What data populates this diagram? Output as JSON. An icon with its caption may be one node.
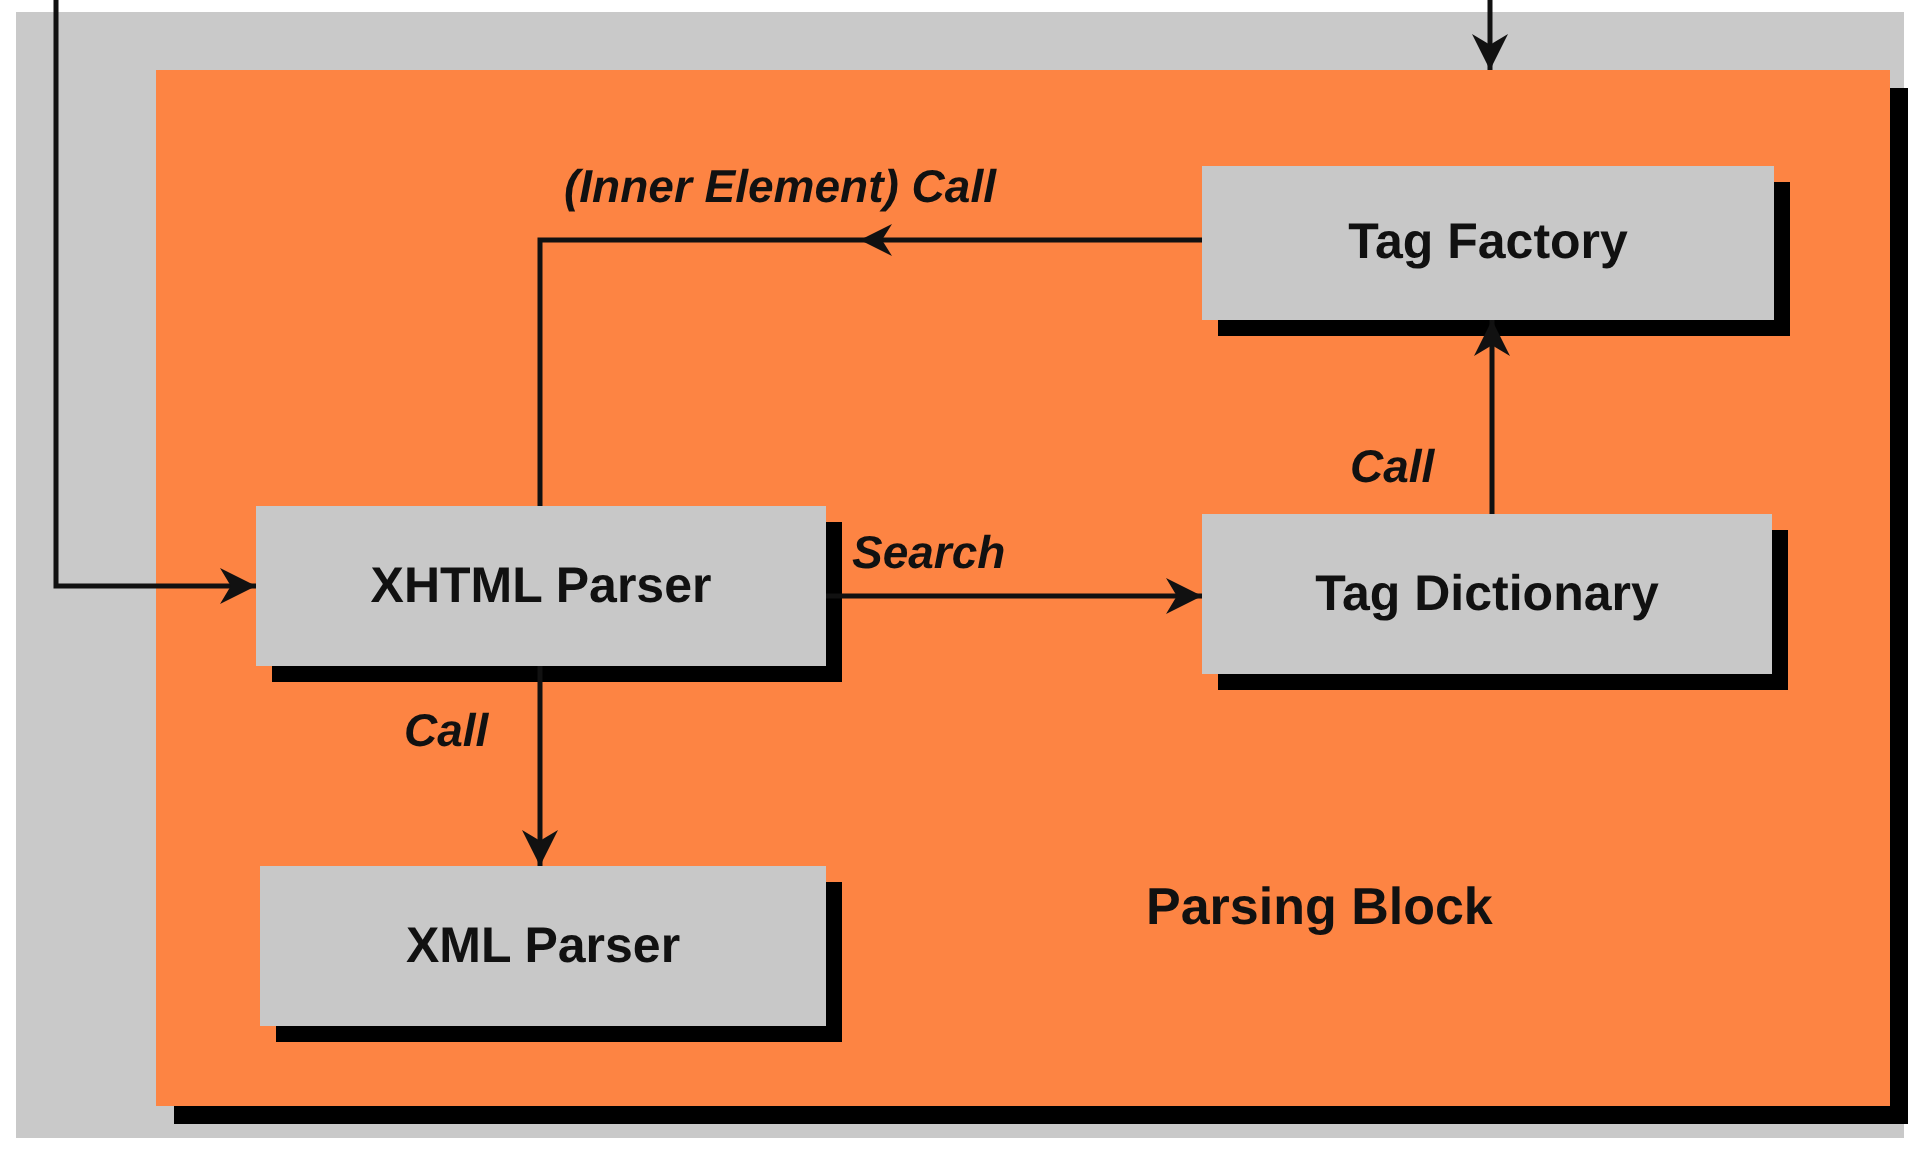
{
  "diagram": {
    "nodes": [
      {
        "text": [
          "Parsing Block"
        ]
      },
      {
        "text": [
          "Tag Factory"
        ],
        "in": 0
      },
      {
        "text": [
          "XHTML Parser"
        ],
        "in": 0
      },
      {
        "text": [
          "Tag Dictionary"
        ],
        "in": 0
      },
      {
        "text": [
          "XML Parser"
        ],
        "in": 0
      }
    ],
    "edges": [
      {
        "from": 1,
        "to": 2,
        "label": "(Inner Element) Call",
        "arrow": "to"
      },
      {
        "from": 2,
        "to": 3,
        "label": "Search",
        "arrow": "to"
      },
      {
        "from": 3,
        "to": 1,
        "label": "Call",
        "arrow": "to"
      },
      {
        "from": 2,
        "to": 4,
        "label": "Call",
        "arrow": "to"
      },
      {
        "from": null,
        "to": 2,
        "arrow": "to"
      },
      {
        "from": null,
        "to": 0,
        "arrow": "to"
      }
    ]
  }
}
